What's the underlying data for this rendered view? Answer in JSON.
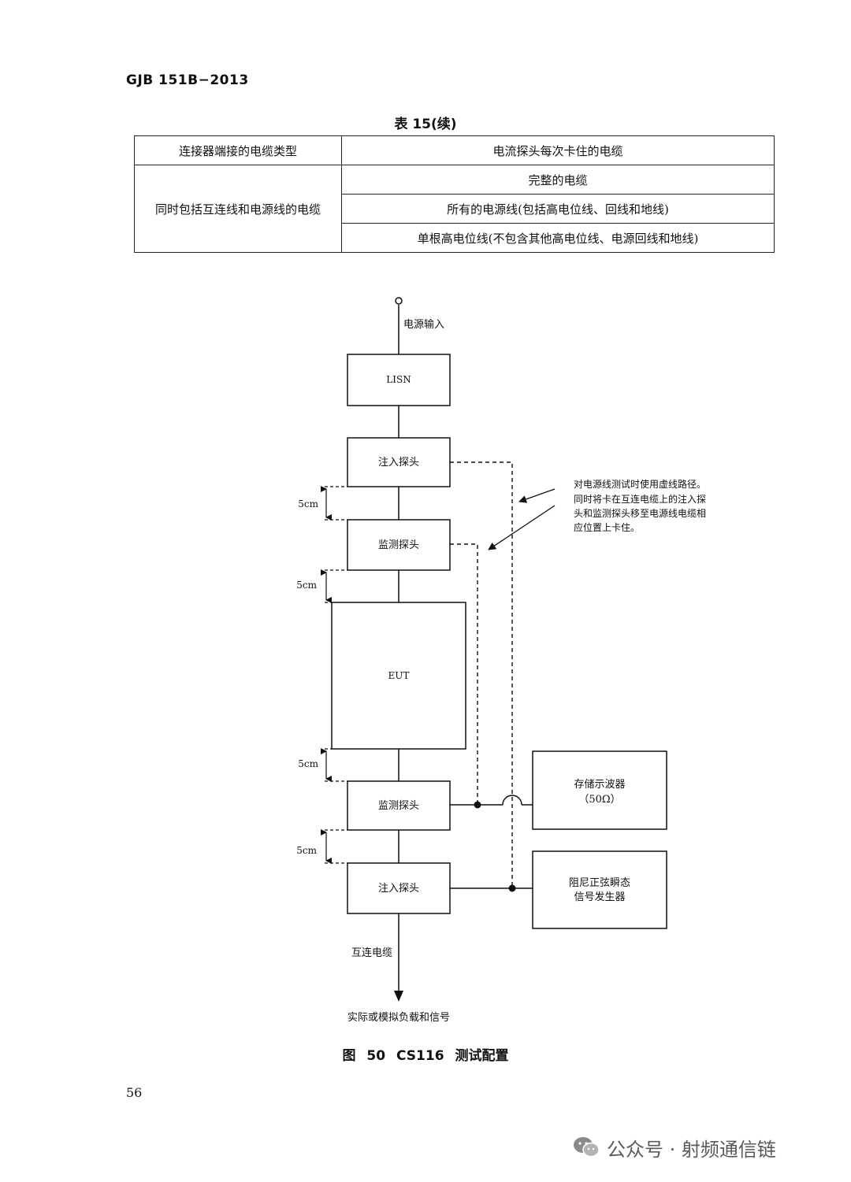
{
  "header": {
    "standard_code": "GJB 151B−2013"
  },
  "table": {
    "title": "表 15(续)",
    "header_cells": [
      "连接器端接的电缆类型",
      "电流探头每次卡住的电缆"
    ],
    "row_label": "同时包括互连线和电源线的电缆",
    "rows": [
      "完整的电缆",
      "所有的电源线(包括高电位线、回线和地线)",
      "单根高电位线(不包含其他高电位线、电源回线和地线)"
    ]
  },
  "figure": {
    "input_label": "电源输入",
    "lisn_label": "LISN",
    "inject_probe_label": "注入探头",
    "monitor_probe_label": "监测探头",
    "eut_label": "EUT",
    "spacing_label": "5cm",
    "oscilloscope_lines": [
      "存储示波器",
      "（50Ω）"
    ],
    "generator_lines": [
      "阻尼正弦瞬态",
      "信号发生器"
    ],
    "note_lines": [
      "对电源线测试时使用虚线路径。",
      "同时将卡在互连电缆上的注入探",
      "头和监测探头移至电源线电缆相",
      "应位置上卡住。"
    ],
    "interconnect_label": "互连电缆",
    "load_label": "实际或模拟负载和信号"
  },
  "caption": {
    "figure_no": "图 50",
    "figure_title": "CS116 测试配置"
  },
  "footer": {
    "page_number": "56"
  },
  "watermark": {
    "text": "公众号 · 射频通信链",
    "icon": "wechat-icon"
  }
}
